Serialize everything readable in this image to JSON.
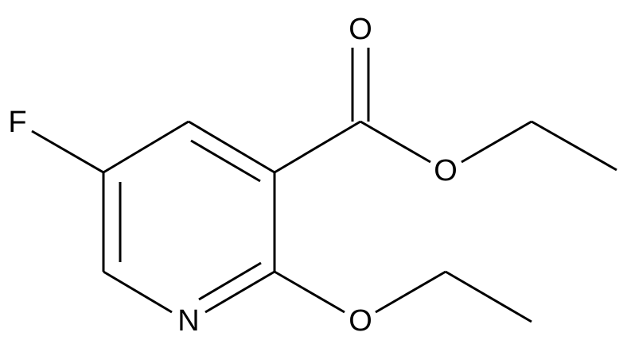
{
  "molecule": {
    "atoms": {
      "fluorine": "F",
      "ring_nitrogen": "N",
      "carbonyl_oxygen": "O",
      "ester_oxygen": "O",
      "ether_oxygen": "O"
    },
    "colors": {
      "bond": "#000000",
      "label": "#000000",
      "background": "#ffffff"
    }
  }
}
